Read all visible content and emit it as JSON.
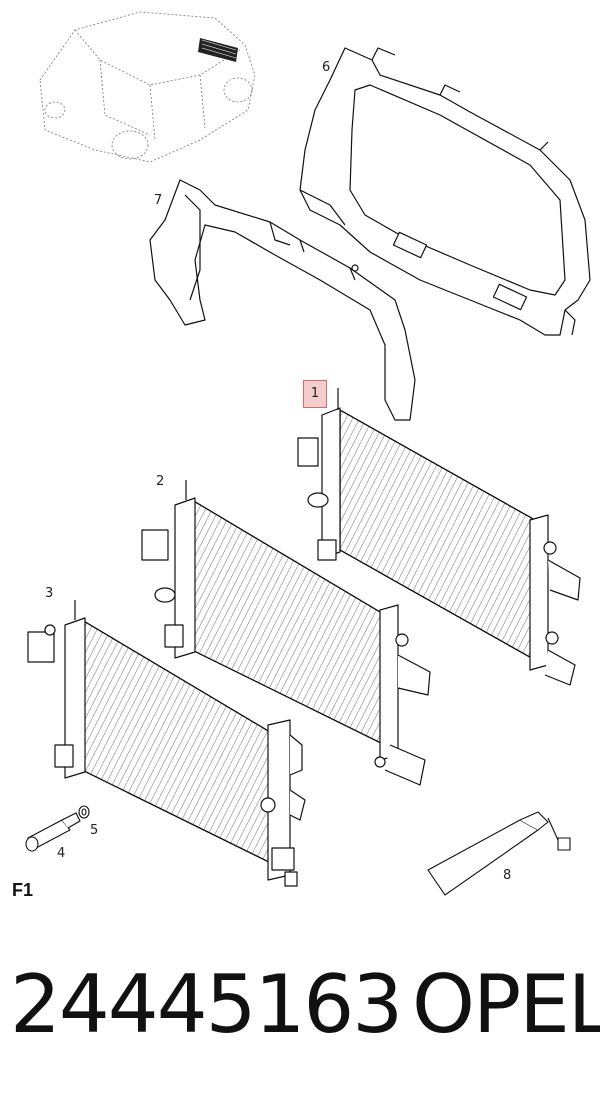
{
  "callouts": {
    "c1": "1",
    "c2": "2",
    "c3": "3",
    "c4": "4",
    "c5": "5",
    "c6": "6",
    "c7": "7",
    "c8": "8"
  },
  "section_label": "F1",
  "part_number": "24445163",
  "brand": "OPEL"
}
